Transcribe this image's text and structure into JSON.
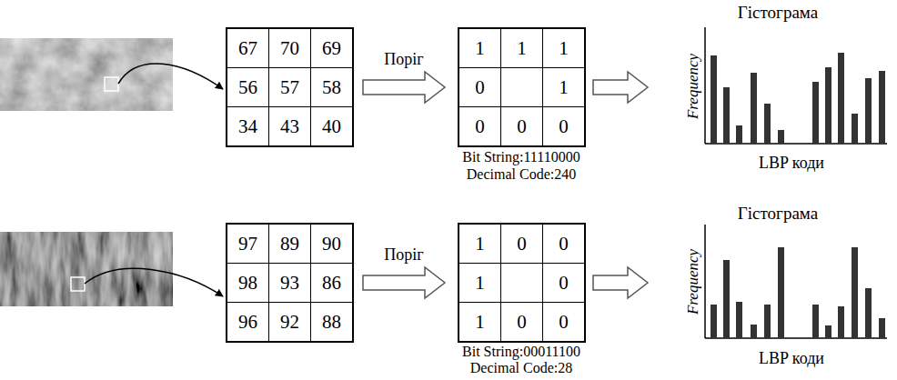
{
  "diagram": {
    "nodes": [
      {
        "text": [
          "67",
          "70",
          "69",
          "56",
          "57",
          "58",
          "34",
          "43",
          "40"
        ]
      },
      {
        "text": [
          "1",
          "1",
          "1",
          "0",
          "1",
          "0",
          "0",
          "0"
        ]
      },
      {
        "text": [
          "Гістограма",
          "Frequency",
          "LBP коди"
        ]
      },
      {
        "text": [
          "97",
          "89",
          "90",
          "98",
          "93",
          "86",
          "96",
          "92",
          "88"
        ]
      },
      {
        "text": [
          "1",
          "0",
          "0",
          "1",
          "0",
          "1",
          "0",
          "0"
        ]
      },
      {
        "text": [
          "Гістограма",
          "Frequency",
          "LBP коди"
        ]
      }
    ],
    "edges": [
      {
        "from": 0,
        "to": 1,
        "label": "Поріг",
        "arrow": "to"
      },
      {
        "from": 1,
        "to": 2,
        "arrow": "to"
      },
      {
        "from": 3,
        "to": 4,
        "label": "Поріг",
        "arrow": "to"
      },
      {
        "from": 4,
        "to": 5,
        "arrow": "to"
      }
    ],
    "labels": [
      "Bit String:11110000",
      "Decimal Code:240",
      "Bit String:00011100",
      "Decimal Code:28"
    ]
  }
}
